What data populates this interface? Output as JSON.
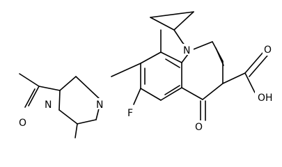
{
  "atoms": {
    "n1": "N",
    "n_pip_left": "N",
    "n_pip_right": "N",
    "o_ketone": "O",
    "o_acetyl": "O",
    "f": "F",
    "cooh": "OH",
    "cooh_o": "O"
  }
}
